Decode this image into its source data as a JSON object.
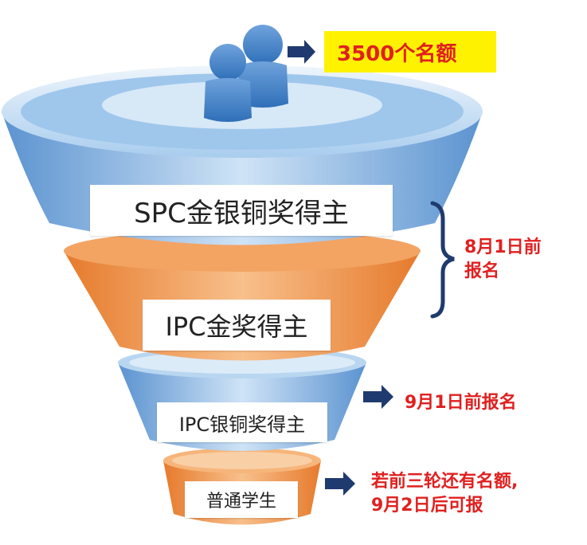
{
  "quota": {
    "text": "3500个名额"
  },
  "tiers": [
    {
      "label": "SPC金银铜奖得主"
    },
    {
      "label": "IPC金奖得主"
    },
    {
      "label": "IPC银铜奖得主"
    },
    {
      "label": "普通学生"
    }
  ],
  "notes": {
    "aug_line1": "8月1日前",
    "aug_line2": "报名",
    "sep1": "9月1日前报名",
    "late_line1": "若前三轮还有名额,",
    "late_line2": "9月2日后可报"
  },
  "icons": [
    "users-icon",
    "arrow-right-icon",
    "curly-brace-icon"
  ],
  "colors": {
    "blue_tier": "#8fbce6",
    "blue_dark": "#4a86c8",
    "orange_tier": "#f2a55f",
    "orange_dark": "#e07a2e",
    "highlight": "#fff200",
    "note_red": "#e02020",
    "arrow_navy": "#1f3a6e",
    "brace_navy": "#1f3a6e"
  }
}
